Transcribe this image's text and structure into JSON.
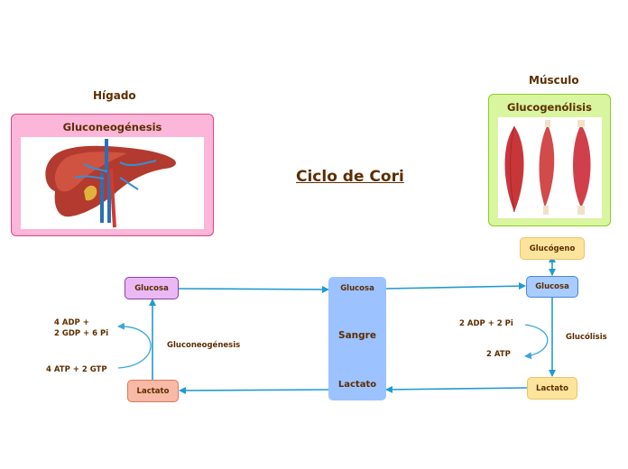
{
  "title": "Ciclo de Cori",
  "liver": {
    "heading": "Hígado",
    "card_title": "Gluconeogénesis"
  },
  "muscle": {
    "heading": "Músculo",
    "card_title": "Glucogenólisis"
  },
  "blood": {
    "glucose": "Glucosa",
    "label": "Sangre",
    "lactate": "Lactato"
  },
  "left_nodes": {
    "glucose": "Glucosa",
    "lactate": "Lactato",
    "process": "Gluconeogénesis",
    "inputs": "4 ADP +\n2 GDP + 6 Pi",
    "energy": "4 ATP + 2 GTP"
  },
  "right_nodes": {
    "glycogen": "Glucógeno",
    "glucose": "Glucosa",
    "lactate": "Lactato",
    "process": "Glucólisis",
    "inputs": "2 ADP + 2 Pi",
    "energy": "2 ATP"
  },
  "colors": {
    "liver_card": "#fbb6d9",
    "liver_border": "#e0457f",
    "muscle_card": "#d9f5a0",
    "muscle_border": "#8ccd28",
    "blood": "#9cc2ff",
    "arrow": "#1f9bd1"
  }
}
